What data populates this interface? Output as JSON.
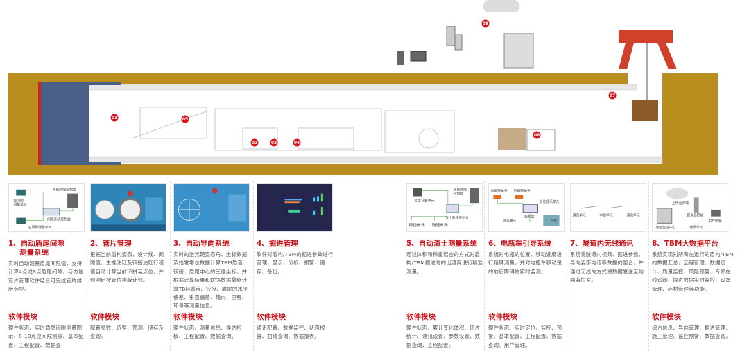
{
  "markers": [
    "01",
    "02",
    "03",
    "04",
    "05",
    "06",
    "07",
    "08"
  ],
  "thumbs": {
    "t1": {
      "a": "智能终端控制盒",
      "b": "左间隙",
      "c": "测量单元",
      "d": "间隙系统控制盒",
      "e": "右间隙测量单元"
    },
    "t5": {
      "a": "渣土计量单元",
      "b": "智能终端",
      "c": "控制盒",
      "d": "渣土系统控制盒",
      "e": "称重单元",
      "f": "测速单元"
    },
    "t6": {
      "a": "前避障单元",
      "b": "后避障单元",
      "c": "定位通讯单元",
      "d": "控制盒",
      "e": "测速单元",
      "f": "工控机"
    },
    "t7": {
      "a": "通讯单元",
      "b": "中继单元",
      "c": "通讯单元"
    },
    "t8": {
      "a": "上传至云端",
      "b": "服务器终端",
      "c": "用户终端",
      "d": "地面监控中心",
      "e": "通讯单元"
    }
  },
  "sections": [
    {
      "title": "1、自动盾尾间隙",
      "title2": "测量系统",
      "desc": "实时自动测量盾尾间隙值，支持计算4点或8点盾尾间隙，与力信管片管理软件结合可完成管片排版选型。",
      "soft_title": "软件模块",
      "soft": "硬件状态、实时盾尾间隙测量图示、8-10点位间隙测量、基本配置、工程配置、数据查"
    },
    {
      "title": "2、管片管理",
      "desc": "根据当前盾构姿态，设计线、间隙值、主推油缸及铰接油缸行程值自动计算当前环拼装点位，并预测后按管片排版计划。",
      "soft_title": "软件模块",
      "soft": "配置参数、选型、预测、储存及查询。"
    },
    {
      "title": "3、自动导向系统",
      "desc": "实时的激光靶姿态角、坐标数据及始发零位数据计算TBM盾首、铰接、盾尾中心的三维坐标，并根据计算结果和DTA数据最终计算TBM盾首、铰接、盾尾的水平偏差、垂直偏差、趋向、里程、环号等测量信息。",
      "soft_title": "软件模块",
      "soft": "硬件状态、测量信息、换站检核、工程配置、数据查询。"
    },
    {
      "title": "4、掘进管理",
      "desc": "软件对盾构/TBM的掘进参数进行管理、显示、分析、报警、储存、备份。",
      "soft_title": "软件模块",
      "soft": "通讯配置、数据监控、状态报警、曲线查询、数据报表。"
    },
    {
      "title": "5、自动渣土测量系统",
      "desc": "通过体积和称重结合的方式对盾构/TBM掘进时的出渣两进行精准测量。",
      "soft_title": "软件模块",
      "soft": "硬件状态、累计变化体积、环片统计、通讯设置、参数设置、数据查询、工程配置。"
    },
    {
      "title": "6、电瓶车引导系统",
      "desc": "系统对电瓶的位置、移动速度进行精确测量，并对电瓶车移动是的前后障碍物实时监测。",
      "soft_title": "软件模块",
      "soft": "硬件状态、实时定位、监控、预警、基本配置、工程配置、数据查询、用户管理。"
    },
    {
      "title": "7、隧道内无线通讯",
      "desc": "系统将隧道内视频、掘进参数、导向姿态电话等数据的整合，并通过无线的方式将数据发送至地面监控室。"
    },
    {
      "title": "8、TBM大数据平台",
      "desc": "系统实现对所有在运行的盾构/TBM的数据汇总，远程管理、数据统计、质量监控、风险预警、专家在线诊断、掘进数据实时监控、设备管理、耗材管理等功能。",
      "soft_title": "软件模块",
      "soft": "综合信息、导向管理、掘进管理、施工管理、监控预警、数据查询。"
    }
  ]
}
